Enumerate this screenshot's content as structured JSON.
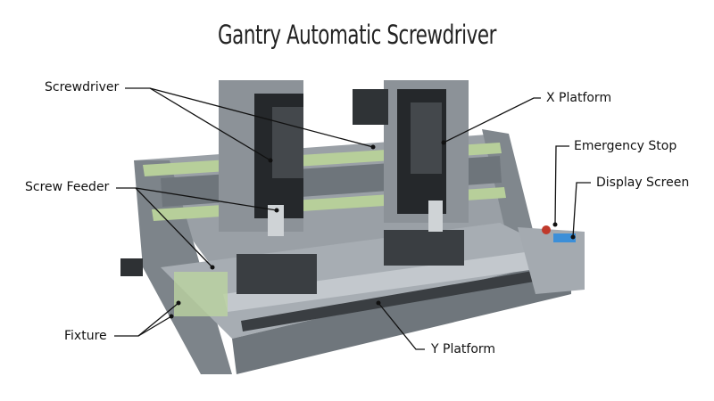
{
  "title": "Gantry Automatic Screwdriver",
  "labels": {
    "screwdriver": "Screwdriver",
    "x_platform": "X Platform",
    "emergency_stop": "Emergency Stop",
    "display_screen": "Display Screen",
    "screw_feeder": "Screw Feeder",
    "fixture": "Fixture",
    "y_platform": "Y Platform"
  },
  "colors": {
    "frame": "#8a9096",
    "dark": "#2a2d30",
    "rail": "#b7cf9a",
    "accent_red": "#c0392b",
    "screen": "#3c8fd8"
  }
}
